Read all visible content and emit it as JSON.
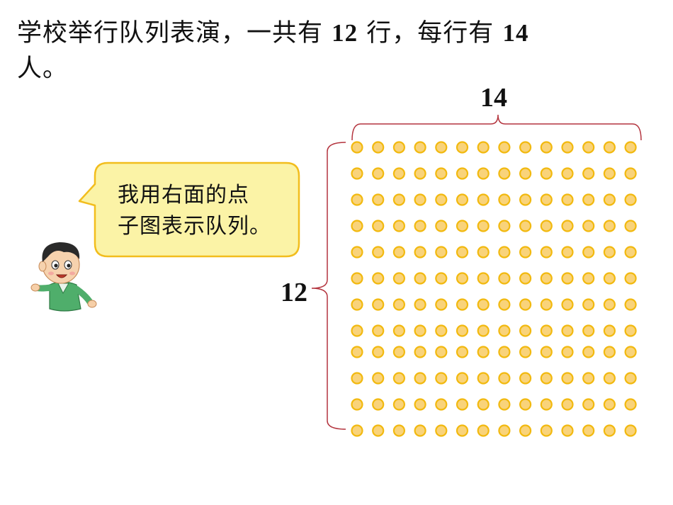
{
  "problem": {
    "part1": "学校举行队列表演，一共有",
    "rows_value": "12",
    "part2": "行，每行有",
    "cols_value": "14",
    "part3": "人。"
  },
  "speech_bubble": {
    "line1": "我用右面的点",
    "line2": "子图表示队列。"
  },
  "array": {
    "top_label": "14",
    "side_label": "12",
    "rows": 12,
    "columns": 14
  },
  "colors": {
    "dot_fill": "#f9d37a",
    "dot_stroke": "#f2b90f",
    "brace": "#b4343e",
    "bubble_fill": "#fbf3a6",
    "bubble_stroke": "#f2bd1d"
  },
  "icons": {
    "character": "boy-pointing-icon"
  }
}
